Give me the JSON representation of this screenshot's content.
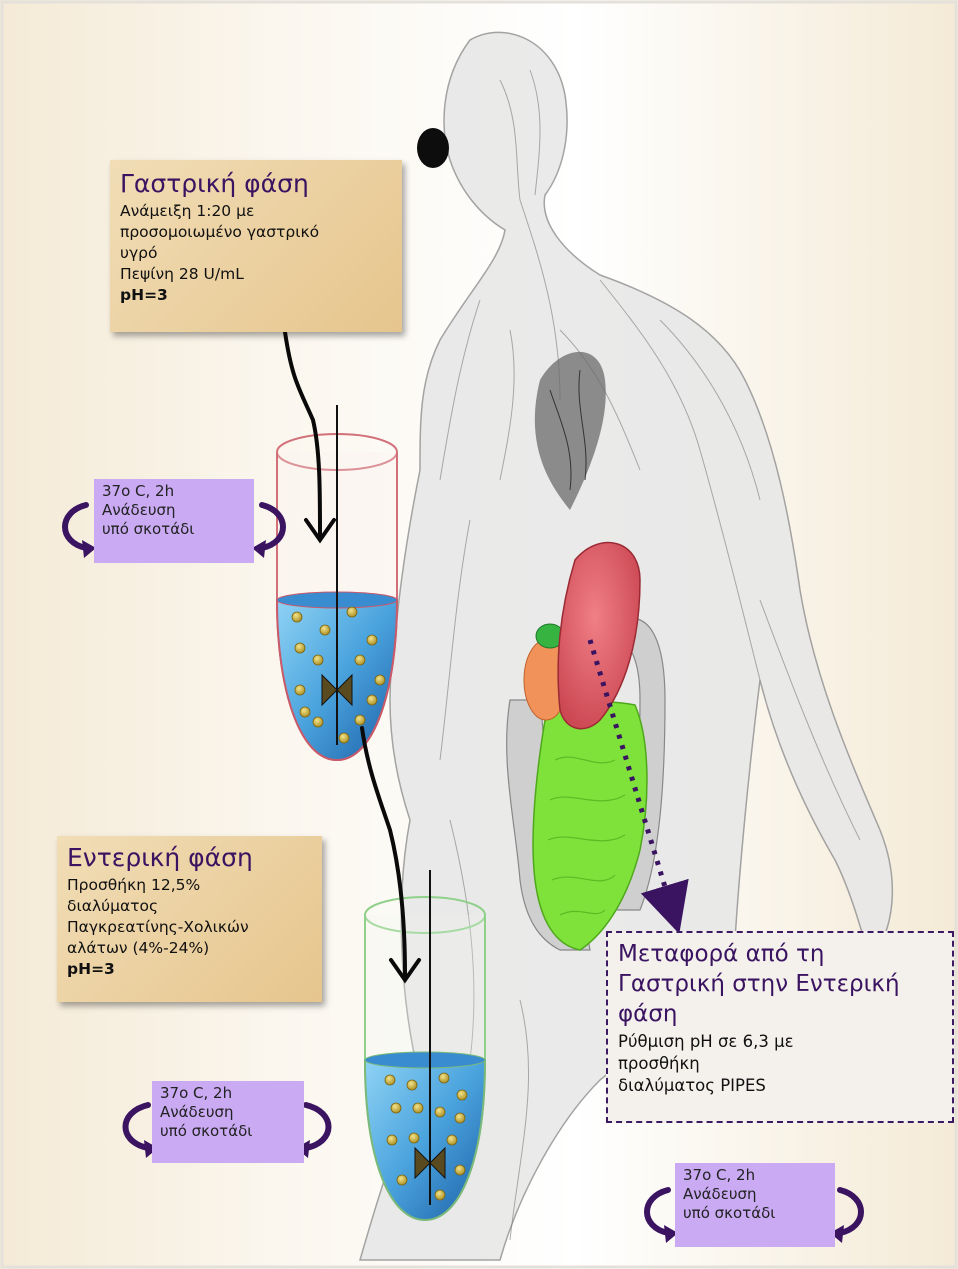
{
  "gastric_phase": {
    "title": "Γαστρική φάση",
    "line1": "Ανάμειξη 1:20 με",
    "line2": "προσομοιωμένο γαστρικό",
    "line3": "υγρό",
    "line4": "Πεψίνη 28 U/mL",
    "ph": "pH=3"
  },
  "intestinal_phase": {
    "title": "Εντερική φάση",
    "line1": "Προσθήκη 12,5%",
    "line2": "διαλύματος",
    "line3": "Παγκρεατίνης-Χολικών",
    "line4": "αλάτων (4%-24%)",
    "ph": "pH=3"
  },
  "transfer": {
    "title_line1": "Μεταφορά από τη",
    "title_line2": "Γαστρική στην Εντερική",
    "title_line3": "φάση",
    "line1": "Ρύθμιση pH σε 6,3 με",
    "line2": "προσθήκη",
    "line3": "διαλύματος PIPES"
  },
  "conditions": {
    "line1": "37ο C, 2h",
    "line2": "Ανάδευση",
    "line3": "υπό σκοτάδι"
  },
  "colors": {
    "title_purple": "#3a1361",
    "condition_bg": "#c9aaf3",
    "stomach": "#e0606a",
    "intestine": "#7ee23a",
    "liquid": "#4aa3dd"
  }
}
